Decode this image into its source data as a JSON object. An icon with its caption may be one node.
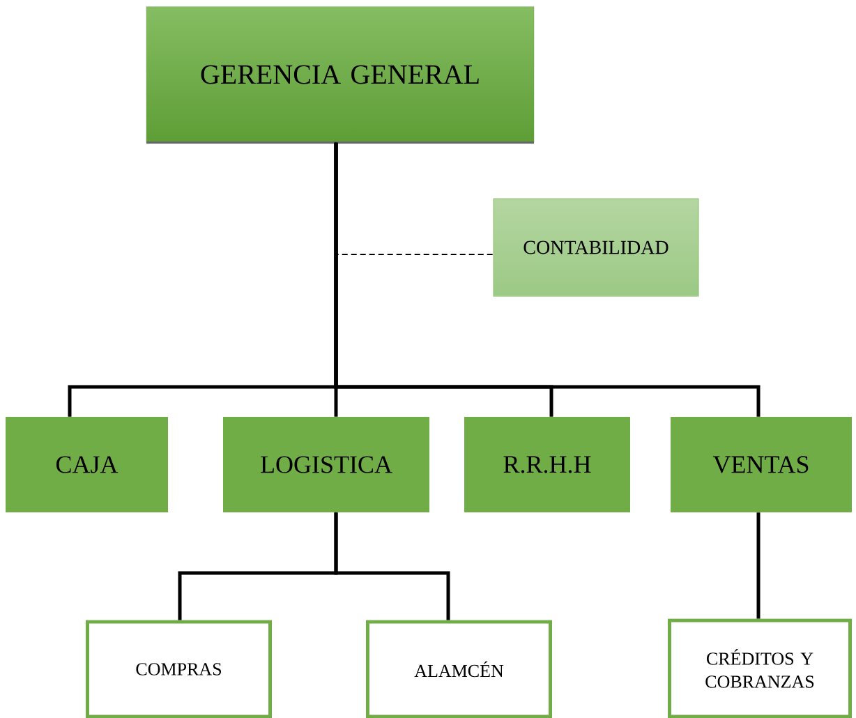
{
  "diagram": {
    "nodes": [
      {
        "text": [
          "GERENCIA GENERAL"
        ]
      },
      {
        "text": [
          "CONTABILIDAD"
        ]
      },
      {
        "text": [
          "CAJA"
        ]
      },
      {
        "text": [
          "LOGISTICA"
        ]
      },
      {
        "text": [
          "R.R.H.H"
        ]
      },
      {
        "text": [
          "VENTAS"
        ]
      },
      {
        "text": [
          "COMPRAS"
        ]
      },
      {
        "text": [
          "ALAMCÉN"
        ]
      },
      {
        "text": [
          "CRÉDITOS Y COBRANZAS"
        ]
      }
    ],
    "edges": [
      {
        "from": 0,
        "to": 1,
        "arrow": "none",
        "style": "dashed"
      },
      {
        "from": 0,
        "to": 2,
        "arrow": "none"
      },
      {
        "from": 0,
        "to": 3,
        "arrow": "none"
      },
      {
        "from": 0,
        "to": 4,
        "arrow": "none"
      },
      {
        "from": 0,
        "to": 5,
        "arrow": "none"
      },
      {
        "from": 3,
        "to": 6,
        "arrow": "none"
      },
      {
        "from": 3,
        "to": 7,
        "arrow": "none"
      },
      {
        "from": 5,
        "to": 8,
        "arrow": "none"
      }
    ]
  }
}
